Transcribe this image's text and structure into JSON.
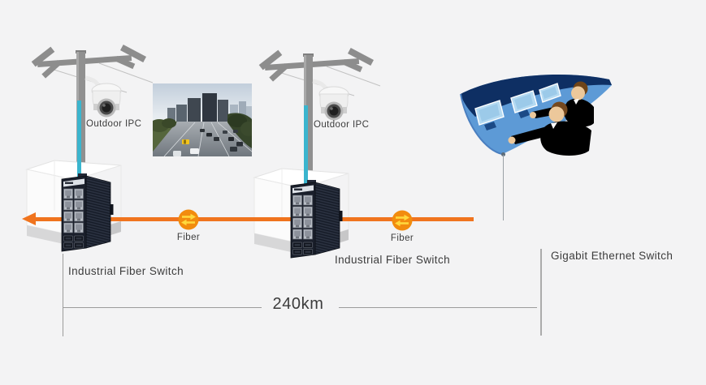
{
  "scene": {
    "labels": {
      "outdoor_ipc_1": "Outdoor IPC",
      "outdoor_ipc_2": "Outdoor IPC",
      "fiber_link_1": "Fiber",
      "fiber_link_2": "Fiber",
      "industrial_switch_1": "Industrial Fiber Switch",
      "industrial_switch_2": "Industrial Fiber Switch",
      "gigabit_switch": "Gigabit Ethernet Switch",
      "distance": "240km"
    },
    "icons": {
      "dome_camera": "white PTZ dome camera on pole arm",
      "utility_pole": "gray pole with crossarm and guy wires",
      "industrial_switch": "black DIN-rail switch with 8 RJ45 ports and 4 SFP slots in glass case",
      "fiber_coupler": "orange circle with two yellow opposing arrows",
      "control_room": "two operators at curved blue monitoring console",
      "traffic_photo": "city highway traffic photo",
      "left_arrowhead": "orange arrow pointing left"
    },
    "colors": {
      "bg": "#f3f3f4",
      "text": "#3c3c3c",
      "fiber_line": "#f0741e",
      "fiber_coupler": "#f28c0e",
      "coupler_arrows": "#ffd83d",
      "camera_cable": "#3ab5ce",
      "console_navy": "#0e2f63",
      "console_blue": "#5d9ad6",
      "screen_blue": "#b5daf2",
      "measure_line": "#9b9b9b"
    }
  }
}
